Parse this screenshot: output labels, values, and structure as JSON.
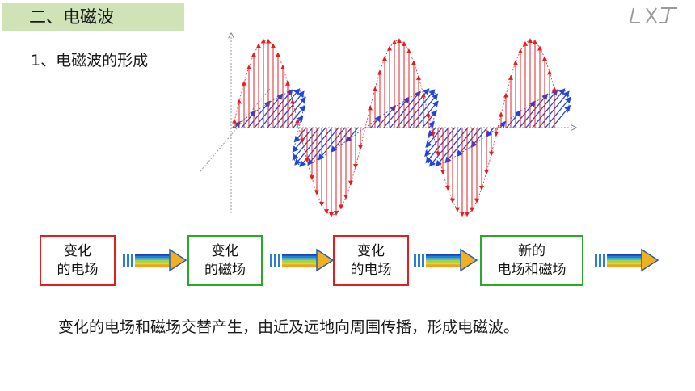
{
  "header": {
    "title": "二、电磁波"
  },
  "section": {
    "title": "1、电磁波的形成"
  },
  "logo": {
    "icon": "lxj-logo-icon"
  },
  "flow": {
    "boxes": [
      {
        "line1": "变化",
        "line2": "的电场",
        "color": "#e02020"
      },
      {
        "line1": "变化",
        "line2": "的磁场",
        "color": "#2aa82a"
      },
      {
        "line1": "变化",
        "line2": "的电场",
        "color": "#e02020"
      },
      {
        "line1": "新的",
        "line2": "电场和磁场",
        "color": "#2aa82a"
      }
    ],
    "arrow_icon": "right-arrow-icon"
  },
  "caption": "变化的电场和磁场交替产生，由近及远地向周围传播，形成电磁波。",
  "colors": {
    "electric": "#e02020",
    "magnetic": "#2244dd",
    "title_bg": "#cfe3b6"
  }
}
